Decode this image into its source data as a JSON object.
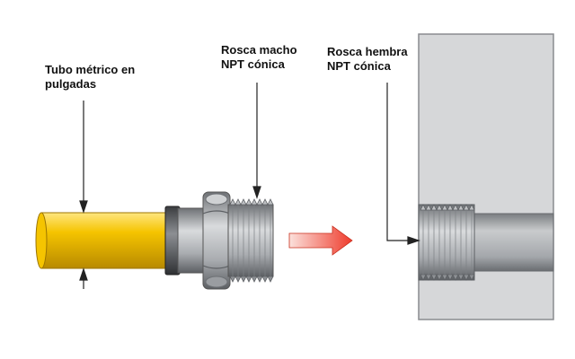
{
  "labels": {
    "tube": [
      "Tubo métrico en",
      "pulgadas"
    ],
    "male_thread": [
      "Rosca macho",
      "NPT cónica"
    ],
    "female_thread": [
      "Rosca hembra",
      "NPT cónica"
    ]
  },
  "colors": {
    "tube": "#f5c400",
    "tube_light": "#ffe680",
    "tube_dark": "#b88a00",
    "metal": "#a9acb0",
    "metal_dark": "#6e7175",
    "wall": "#d6d7d9",
    "arrow": "#ef3b2c",
    "leader": "#222222"
  }
}
